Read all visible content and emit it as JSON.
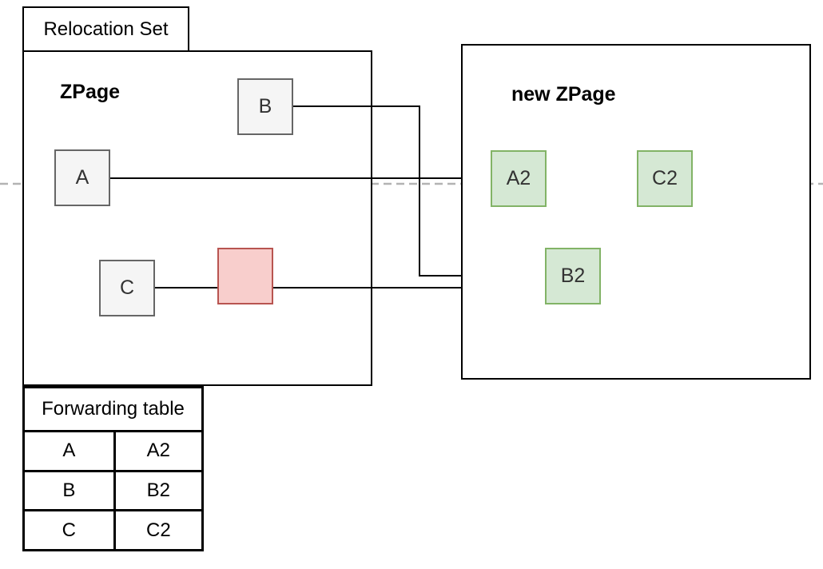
{
  "relocation_set": {
    "label": "Relocation Set"
  },
  "zpage": {
    "title": "ZPage",
    "nodes": [
      {
        "id": "A",
        "label": "A",
        "color": "gray"
      },
      {
        "id": "B",
        "label": "B",
        "color": "gray"
      },
      {
        "id": "C",
        "label": "C",
        "color": "gray"
      },
      {
        "id": "red",
        "label": "",
        "color": "red"
      }
    ]
  },
  "new_zpage": {
    "title": "new ZPage",
    "nodes": [
      {
        "id": "A2",
        "label": "A2",
        "color": "green"
      },
      {
        "id": "B2",
        "label": "B2",
        "color": "green"
      },
      {
        "id": "C2",
        "label": "C2",
        "color": "green"
      }
    ]
  },
  "forwarding_table": {
    "title": "Forwarding table",
    "rows": [
      {
        "from": "A",
        "to": "A2"
      },
      {
        "from": "B",
        "to": "B2"
      },
      {
        "from": "C",
        "to": "C2"
      }
    ]
  },
  "connectors": [
    {
      "from": "A",
      "to": "new ZPage edge"
    },
    {
      "from": "B",
      "to": "new ZPage edge"
    },
    {
      "from": "C",
      "to": "new ZPage edge",
      "through": "red node"
    }
  ],
  "colors": {
    "gray_node_fill": "#f5f5f5",
    "gray_node_border": "#666666",
    "green_node_fill": "#d5e8d4",
    "green_node_border": "#82b366",
    "red_node_fill": "#f8cecc",
    "red_node_border": "#b85450",
    "connector": "#000000",
    "container_border": "#000000",
    "dashed_boundary": "#b3b3b3"
  }
}
